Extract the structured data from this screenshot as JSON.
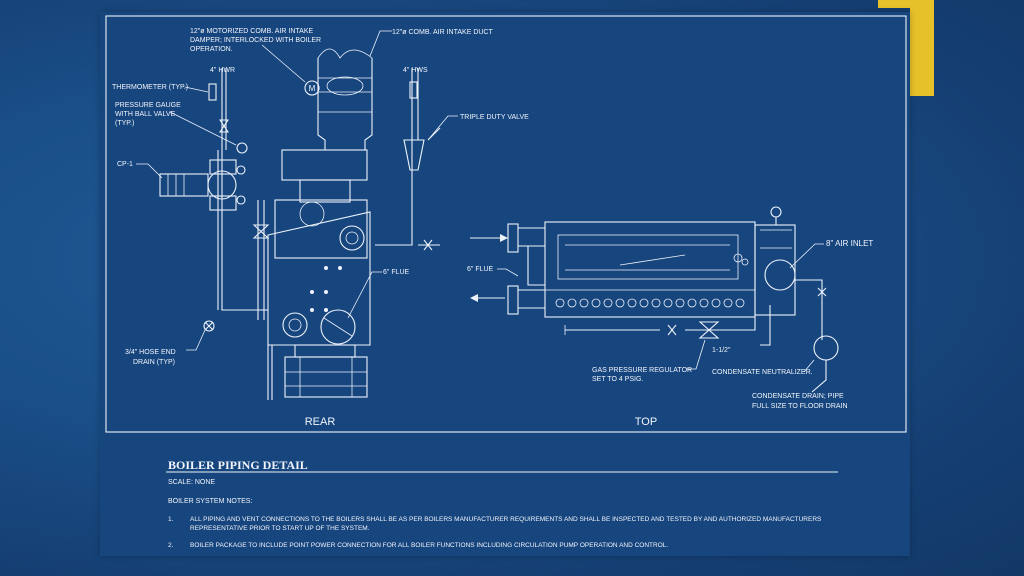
{
  "colors": {
    "background": "#1a4f88",
    "sheet": "#17457e",
    "accent": "#e6c12a",
    "line": "#eef3fb"
  },
  "labels": {
    "damper": [
      "12\"ø MOTORIZED COMB. AIR INTAKE",
      "DAMPER; INTERLOCKED WITH BOILER",
      "OPERATION."
    ],
    "duct": "12\"ø COMB. AIR INTAKE DUCT",
    "hwr": "4\" HWR",
    "hws": "4\" HWS",
    "thermometer": "THERMOMETER (TYP.)",
    "gauge": [
      "PRESSURE GAUGE",
      "WITH BALL VALVE",
      "(TYP.)"
    ],
    "triple_duty": "TRIPLE DUTY VALVE",
    "cp1": "CP-1",
    "flue_rear": "6\" FLUE",
    "hose": [
      "3/4\" HOSE END",
      "DRAIN (TYP)"
    ],
    "air_inlet": "8\" AIR INLET",
    "flue_top": "6\" FLUE",
    "size": "1-1/2\"",
    "regulator": [
      "GAS PRESSURE REGULATOR",
      "SET TO 4 PSIG."
    ],
    "neutralizer": "CONDENSATE NEUTRALIZER.",
    "cond_drain": [
      "CONDENSATE DRAIN; PIPE",
      "FULL SIZE TO FLOOR DRAIN"
    ],
    "rear": "REAR",
    "top": "TOP",
    "motor": "M"
  },
  "detail": {
    "title": "BOILER PIPING DETAIL",
    "scale": "SCALE: NONE",
    "notes_heading": "BOILER SYSTEM NOTES:",
    "notes": [
      {
        "num": "1.",
        "line1": "ALL PIPING AND VENT CONNECTIONS TO THE BOILERS SHALL BE AS PER BOILERS MANUFACTURER REQUIREMENTS AND SHALL BE INSPECTED AND TESTED BY AND AUTHORIZED MANUFACTURERS",
        "line2": "REPRESENTATIVE PRIOR TO START UP OF THE SYSTEM."
      },
      {
        "num": "2.",
        "line1": "BOILER PACKAGE TO INCLUDE POINT POWER CONNECTION FOR ALL BOILER FUNCTIONS INCLUDING CIRCULATION PUMP OPERATION AND CONTROL.",
        "line2": ""
      }
    ]
  }
}
